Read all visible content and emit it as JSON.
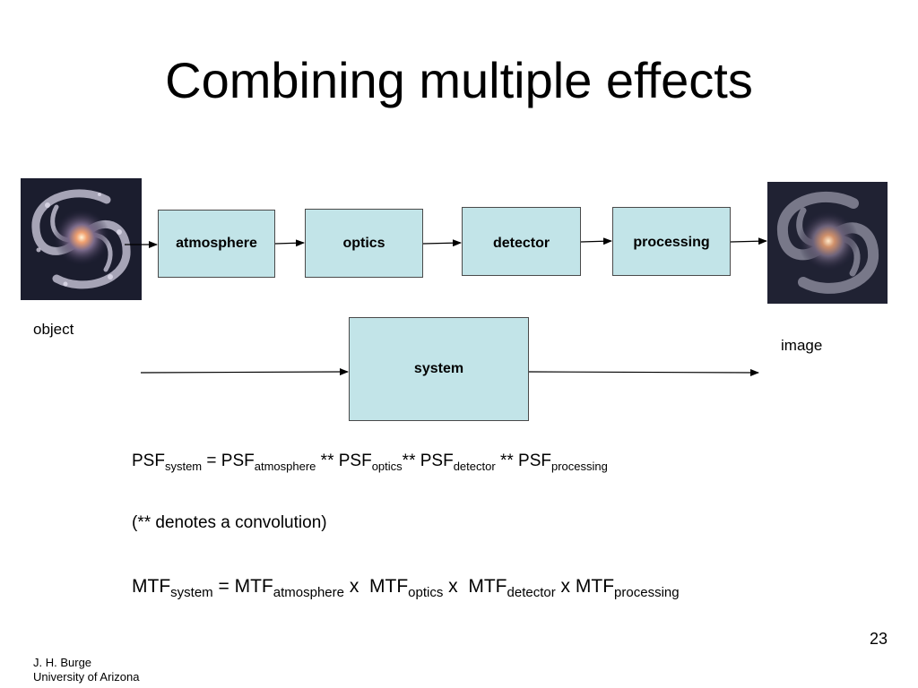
{
  "title": "Combining multiple effects",
  "pipeline": {
    "stages": [
      "atmosphere",
      "optics",
      "detector",
      "processing"
    ],
    "system_label": "system",
    "object_label": "object",
    "image_label": "image"
  },
  "equations": {
    "psf": {
      "lhs_base": "PSF",
      "lhs_sub": "system",
      "equals": " = ",
      "terms": [
        {
          "base": "PSF",
          "sub": "atmosphere",
          "op_after": " ** "
        },
        {
          "base": "PSF",
          "sub": "optics",
          "op_after": "** "
        },
        {
          "base": "PSF",
          "sub": "detector",
          "op_after": " ** "
        },
        {
          "base": "PSF",
          "sub": "processing",
          "op_after": ""
        }
      ]
    },
    "note": "(** denotes a convolution)",
    "mtf": {
      "lhs_base": "MTF",
      "lhs_sub": "system",
      "equals": " = ",
      "terms": [
        {
          "base": "MTF",
          "sub": "atmosphere",
          "op_after": " x  "
        },
        {
          "base": "MTF",
          "sub": "optics",
          "op_after": " x  "
        },
        {
          "base": "MTF",
          "sub": "detector",
          "op_after": " x "
        },
        {
          "base": "MTF",
          "sub": "processing",
          "op_after": ""
        }
      ]
    }
  },
  "page_number": "23",
  "footer": {
    "author": "J. H. Burge",
    "affiliation": "University of Arizona"
  },
  "colors": {
    "box_fill": "#c2e4e8",
    "box_border": "#4a4a4a"
  }
}
